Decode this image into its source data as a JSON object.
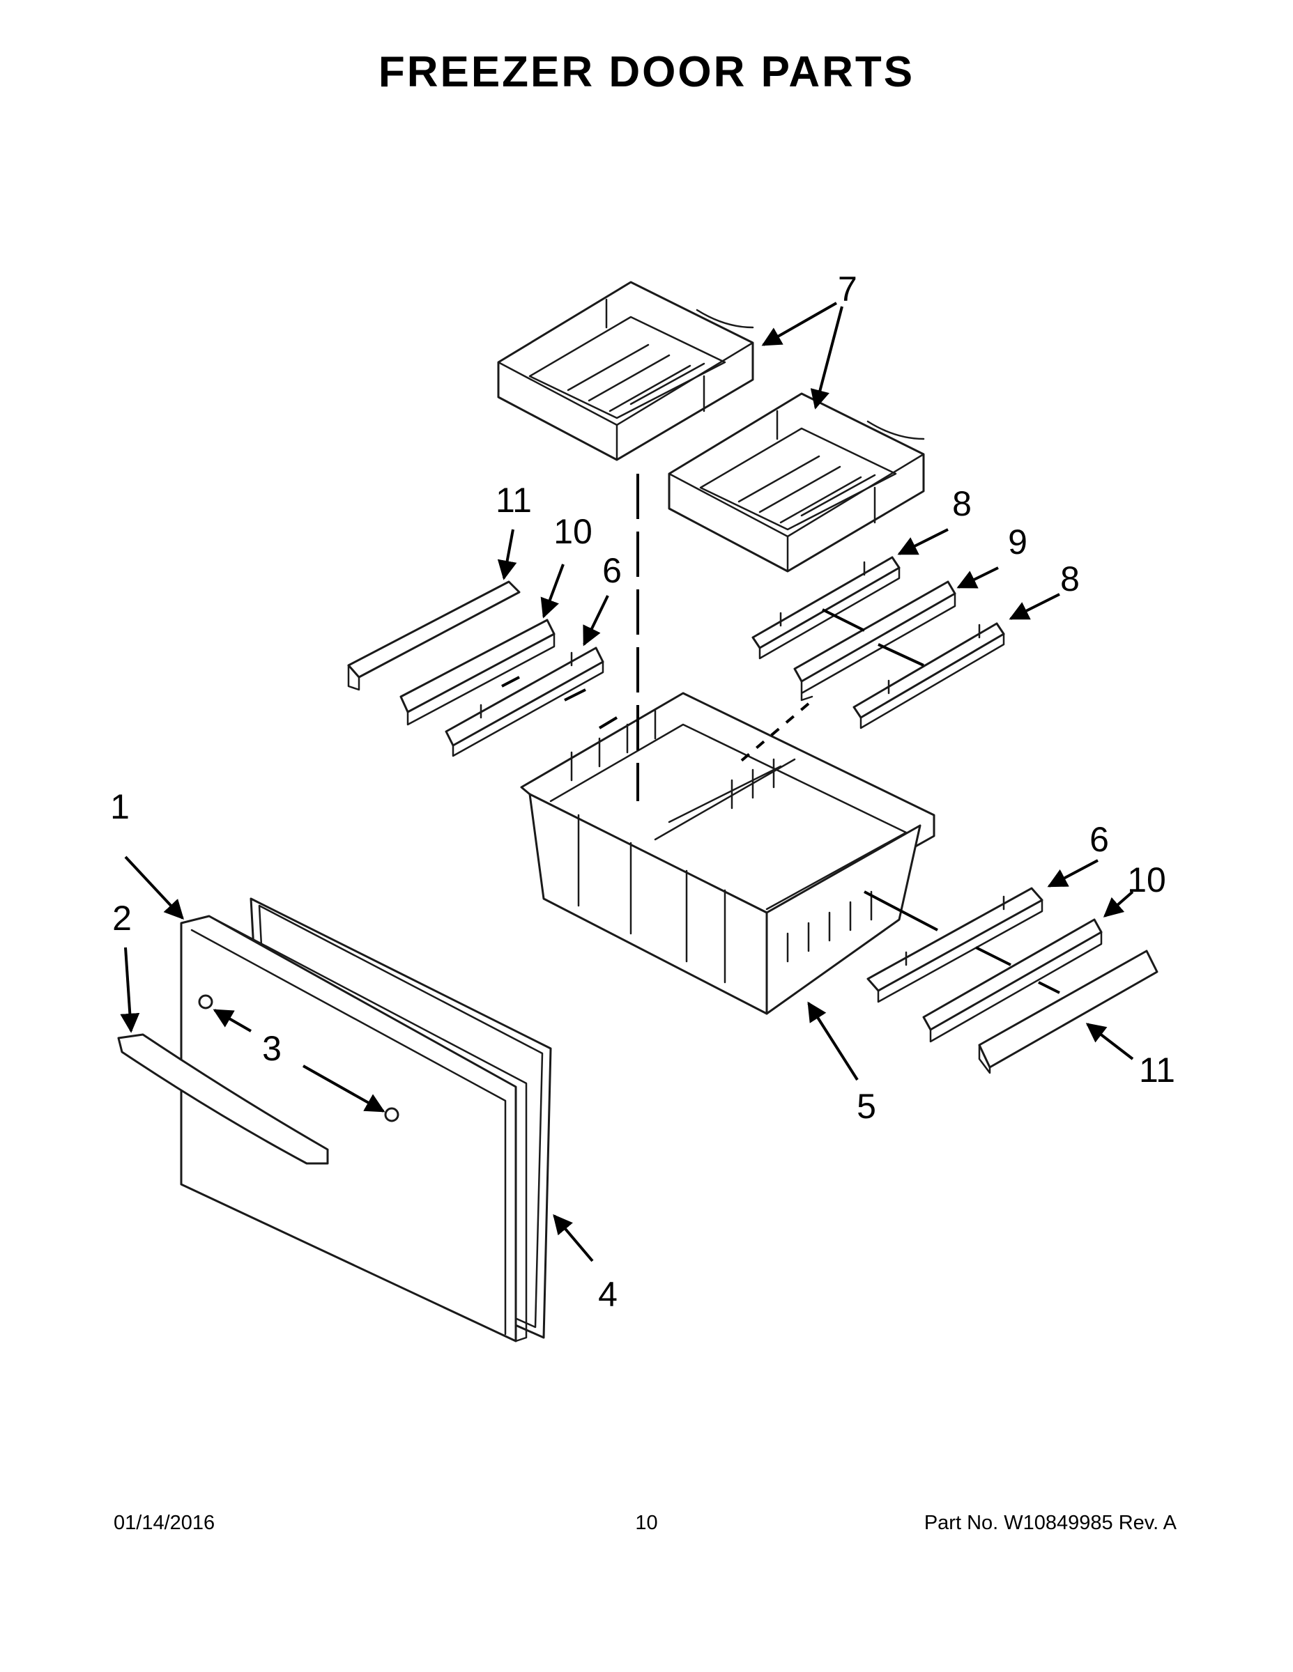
{
  "title": "FREEZER DOOR PARTS",
  "callouts": {
    "c1": "1",
    "c2": "2",
    "c3": "3",
    "c4": "4",
    "c5": "5",
    "c6a": "6",
    "c6b": "6",
    "c7": "7",
    "c8a": "8",
    "c8b": "8",
    "c9": "9",
    "c10a": "10",
    "c10b": "10",
    "c11a": "11",
    "c11b": "11"
  },
  "footer": {
    "date": "01/14/2016",
    "page": "10",
    "part": "Part No.  W10849985  Rev.  A"
  }
}
